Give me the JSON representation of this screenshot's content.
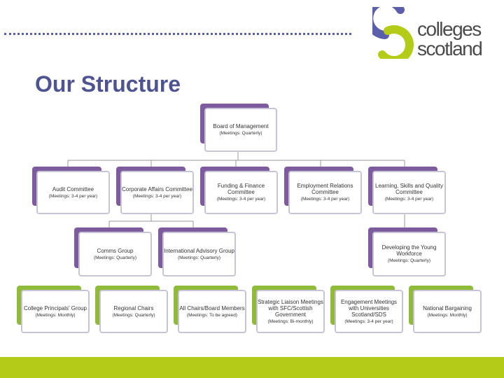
{
  "header": {
    "logo_line1": "colleges",
    "logo_line2": "scotland",
    "title": "Our Structure"
  },
  "colors": {
    "title": "#4e5491",
    "purple": "#7d5b9e",
    "green": "#8fba3a",
    "bar": "#b4cc17",
    "logo_purple": "#5b5faa",
    "logo_green": "#b4cc17"
  },
  "boxes": {
    "board": {
      "name": "Board of Management",
      "meet": "(Meetings: Quarterly)"
    },
    "audit": {
      "name": "Audit Committee",
      "meet": "(Meetings: 3-4 per year)"
    },
    "corporate": {
      "name": "Corporate Affairs Committee",
      "meet": "(Meetings: 3-4 per year)"
    },
    "funding": {
      "name": "Funding & Finance Committee",
      "meet": "(Meetings: 3-4 per year)"
    },
    "employment": {
      "name": "Employment Relations Committee",
      "meet": "(Meetings: 3-4 per year)"
    },
    "learning": {
      "name": "Learning, Skills and Quality Committee",
      "meet": "(Meetings: 3-4 per year)"
    },
    "comms": {
      "name": "Comms Group",
      "meet": "(Meetings: Quarterly)"
    },
    "international": {
      "name": "International Advisory Group",
      "meet": "(Meetings: Quarterly)"
    },
    "young": {
      "name": "Developing the Young Workforce",
      "meet": "(Meetings: Quarterly)"
    },
    "principals": {
      "name": "College Principals' Group",
      "meet": "(Meetings: Monthly)"
    },
    "regional": {
      "name": "Regional Chairs",
      "meet": "(Meetings: Quarterly)"
    },
    "allchairs": {
      "name": "All Chairs/Board Members",
      "meet": "(Meetings: To be agreed)"
    },
    "strategic": {
      "name": "Strategic Liaison Meetings with SFC/Scottish Government",
      "meet": "(Meetings: Bi-monthly)"
    },
    "engagement": {
      "name": "Engagement Meetings with Universities Scotland/SDS",
      "meet": "(Meetings: 3-4 per year)"
    },
    "bargaining": {
      "name": "National Bargaining",
      "meet": "(Meetings: Monthly)"
    }
  }
}
